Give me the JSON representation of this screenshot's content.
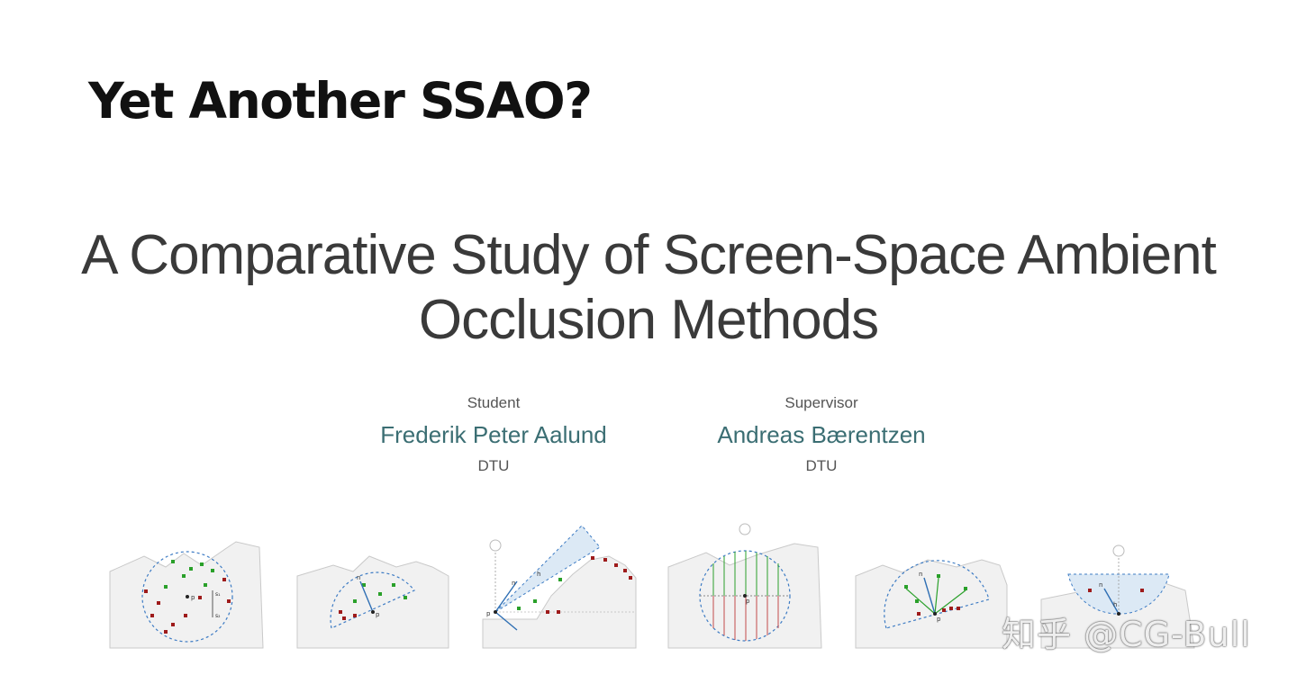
{
  "slide": {
    "title": "Yet Another SSAO?"
  },
  "paper": {
    "title_line1": "A Comparative Study of Screen-Space Ambient",
    "title_line2": "Occlusion Methods"
  },
  "people": [
    {
      "role": "Student",
      "name": "Frederik Peter Aalund",
      "org": "DTU"
    },
    {
      "role": "Supervisor",
      "name": "Andreas Bærentzen",
      "org": "DTU"
    }
  ],
  "figure_labels": {
    "p": "p",
    "n": "n",
    "h": "h",
    "s1": "s₁",
    "s2": "s₂"
  },
  "colors": {
    "occluded_sample": "#9e1b1b",
    "visible_sample": "#2aa02a",
    "normal_vector": "#2f6fb4",
    "sampling_boundary": "#3e7cc4",
    "horizon_fill": "#dce9f5",
    "scene_fill": "#f1f1f1"
  },
  "watermark": {
    "text": "知乎 @CG-Bull"
  }
}
